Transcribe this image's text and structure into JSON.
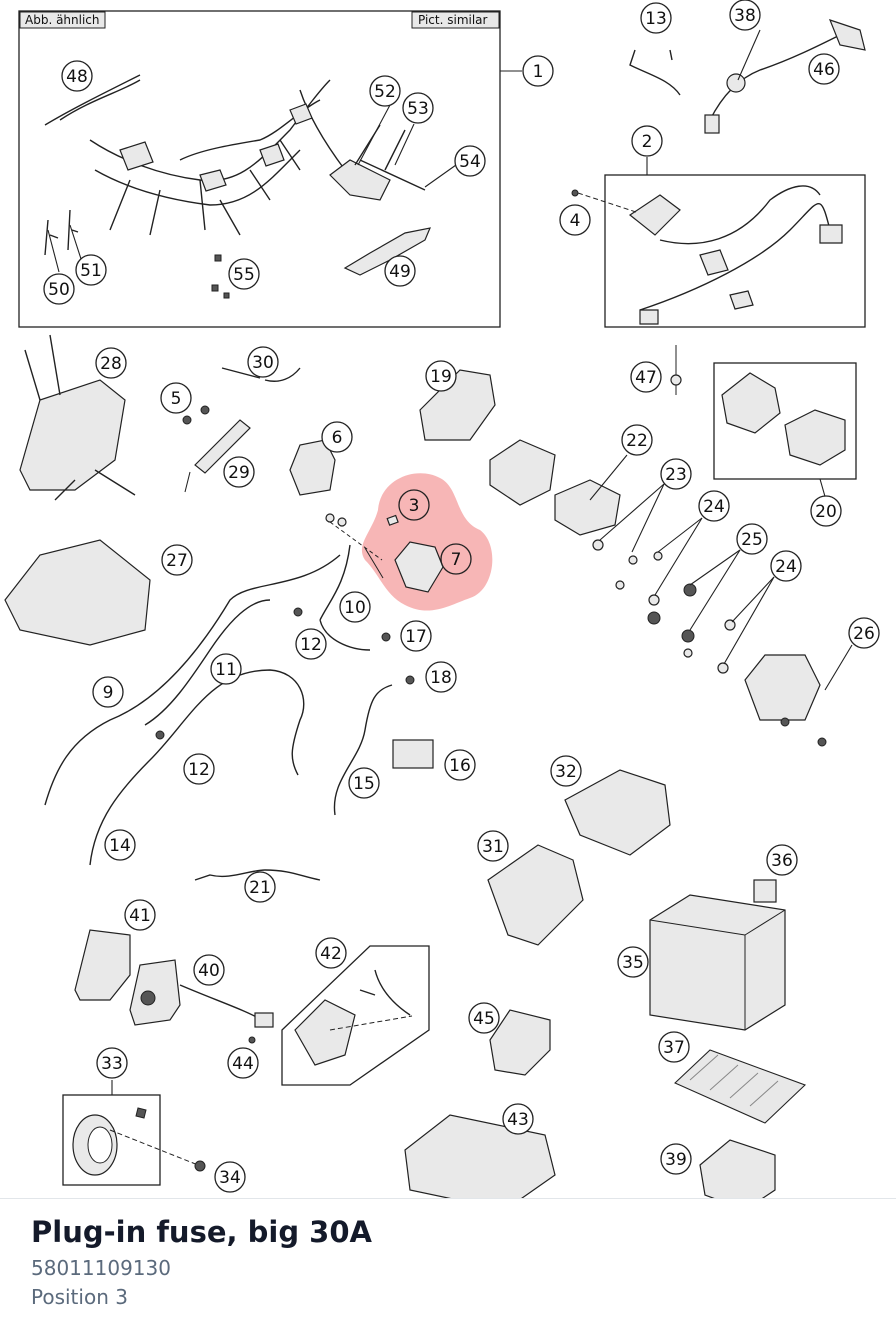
{
  "diagram": {
    "box_label_left": "Abb. ähnlich",
    "box_label_right": "Pict. similar",
    "highlight_color": "#f07a7a",
    "callouts": {
      "n1": "1",
      "n2": "2",
      "n3": "3",
      "n4": "4",
      "n5": "5",
      "n6": "6",
      "n7": "7",
      "n9": "9",
      "n10": "10",
      "n11": "11",
      "n12a": "12",
      "n12b": "12",
      "n13": "13",
      "n14": "14",
      "n15": "15",
      "n16": "16",
      "n17": "17",
      "n18": "18",
      "n19": "19",
      "n20": "20",
      "n21": "21",
      "n22": "22",
      "n23": "23",
      "n24a": "24",
      "n24b": "24",
      "n25": "25",
      "n26": "26",
      "n27": "27",
      "n28": "28",
      "n29": "29",
      "n30": "30",
      "n31": "31",
      "n32": "32",
      "n33": "33",
      "n34": "34",
      "n35": "35",
      "n36": "36",
      "n37": "37",
      "n38": "38",
      "n39": "39",
      "n40": "40",
      "n41": "41",
      "n42": "42",
      "n43": "43",
      "n44": "44",
      "n45": "45",
      "n46": "46",
      "n47": "47",
      "n48": "48",
      "n49": "49",
      "n50": "50",
      "n51": "51",
      "n52": "52",
      "n53": "53",
      "n54": "54",
      "n55": "55"
    }
  },
  "part": {
    "title": "Plug-in fuse, big 30A",
    "number": "58011109130",
    "position": "Position 3"
  }
}
